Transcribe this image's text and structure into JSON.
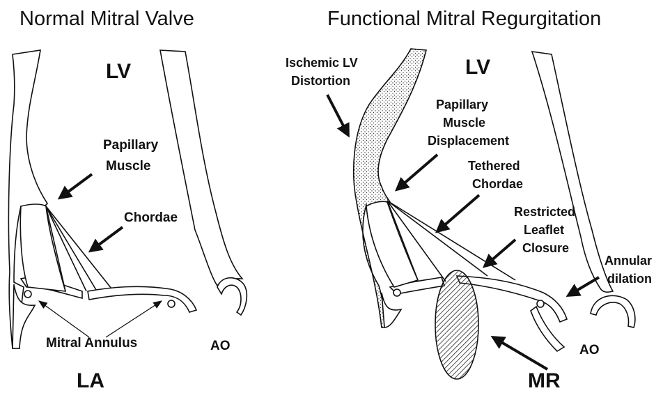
{
  "left_panel": {
    "title": "Normal Mitral Valve",
    "lv": "LV",
    "papillary_1": "Papillary",
    "papillary_2": "Muscle",
    "chordae": "Chordae",
    "mitral_annulus": "Mitral Annulus",
    "ao": "AO",
    "la": "LA"
  },
  "right_panel": {
    "title": "Functional Mitral Regurgitation",
    "lv": "LV",
    "ischemic_1": "Ischemic LV",
    "ischemic_2": "Distortion",
    "pm_disp_1": "Papillary",
    "pm_disp_2": "Muscle",
    "pm_disp_3": "Displacement",
    "tethered_1": "Tethered",
    "tethered_2": "Chordae",
    "restricted_1": "Restricted",
    "restricted_2": "Leaflet",
    "restricted_3": "Closure",
    "annular_1": "Annular",
    "annular_2": "dilation",
    "ao": "AO",
    "mr": "MR"
  }
}
